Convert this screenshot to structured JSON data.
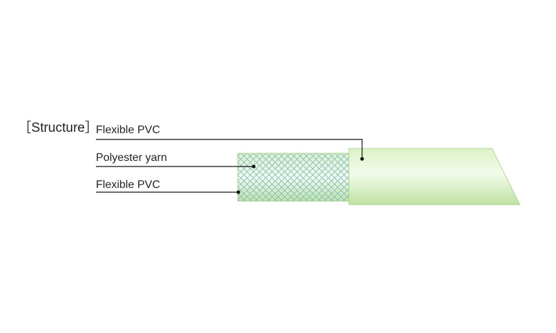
{
  "section": {
    "open_bracket": "［",
    "title": "Structure",
    "close_bracket": "］"
  },
  "layers": [
    {
      "label": "Flexible PVC"
    },
    {
      "label": "Polyester yarn"
    },
    {
      "label": "Flexible PVC"
    }
  ],
  "colors": {
    "hose_green_light": "#f2fbe9",
    "hose_green_mid": "#dcf2c8",
    "hose_green_dark": "#bfe3a3",
    "hose_edge": "#9fcf86",
    "braid_line": "#7fb8cf",
    "leader_line": "#111111"
  }
}
